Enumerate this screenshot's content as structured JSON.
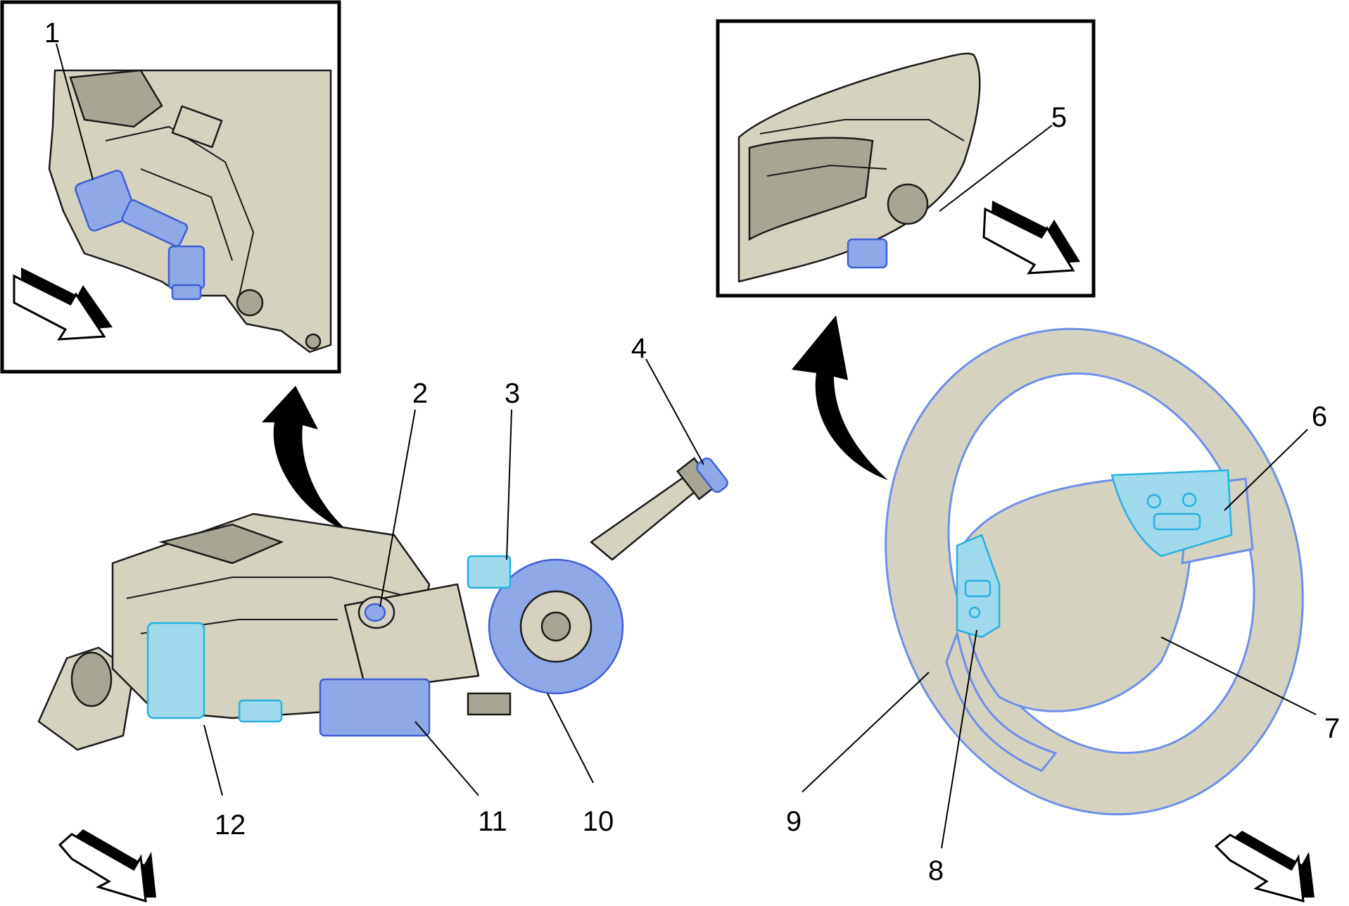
{
  "callouts": {
    "c1": "1",
    "c2": "2",
    "c3": "3",
    "c4": "4",
    "c5": "5",
    "c6": "6",
    "c7": "7",
    "c8": "8",
    "c9": "9",
    "c10": "10",
    "c11": "11",
    "c12": "12"
  },
  "colors": {
    "component_fill": "#d6d2c0",
    "highlight_blue": "#8fa8e8",
    "highlight_cyan": "#9fd9ec",
    "outline": "#1a1a1a"
  }
}
